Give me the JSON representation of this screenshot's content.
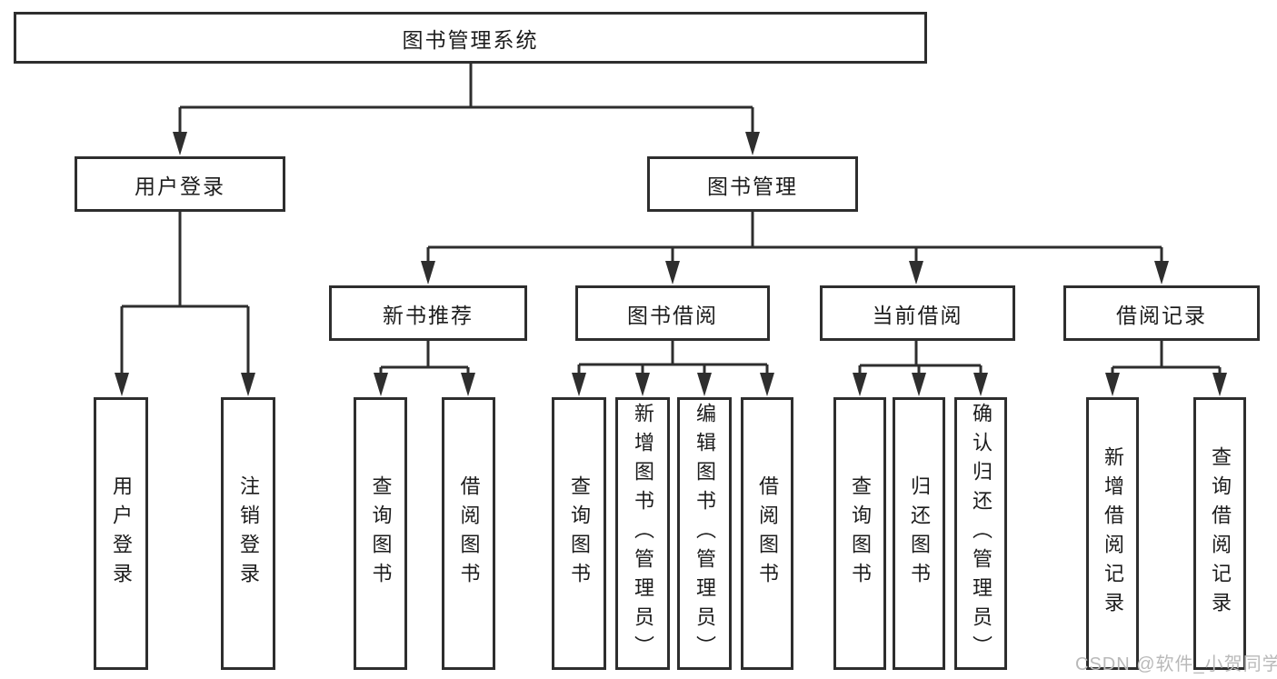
{
  "diagram": {
    "title_node": "图书管理系统",
    "level2": {
      "user_login": "用户登录",
      "book_management": "图书管理"
    },
    "level3": {
      "new_book_recommend": "新书推荐",
      "book_borrowing": "图书借阅",
      "current_borrowing": "当前借阅",
      "borrowing_records": "借阅记录"
    },
    "leaves": [
      {
        "group": "user_login",
        "label": "用户登录"
      },
      {
        "group": "user_login",
        "label": "注销登录"
      },
      {
        "group": "new_book_recommend",
        "label": "查询图书"
      },
      {
        "group": "new_book_recommend",
        "label": "借阅图书"
      },
      {
        "group": "book_borrowing",
        "label": "查询图书"
      },
      {
        "group": "book_borrowing",
        "label": "新增图书（管理员）"
      },
      {
        "group": "book_borrowing",
        "label": "编辑图书（管理员）"
      },
      {
        "group": "book_borrowing",
        "label": "借阅图书"
      },
      {
        "group": "current_borrowing",
        "label": "查询图书"
      },
      {
        "group": "current_borrowing",
        "label": "归还图书"
      },
      {
        "group": "current_borrowing",
        "label": "确认归还（管理员）"
      },
      {
        "group": "borrowing_records",
        "label": "新增借阅记录"
      },
      {
        "group": "borrowing_records",
        "label": "查询借阅记录"
      }
    ],
    "colors": {
      "line": "#2e2e2e",
      "text": "#1c1c1c",
      "watermark": "#b9b9b9",
      "background": "#ffffff"
    },
    "watermark": "CSDN @软件_小贺同学"
  }
}
